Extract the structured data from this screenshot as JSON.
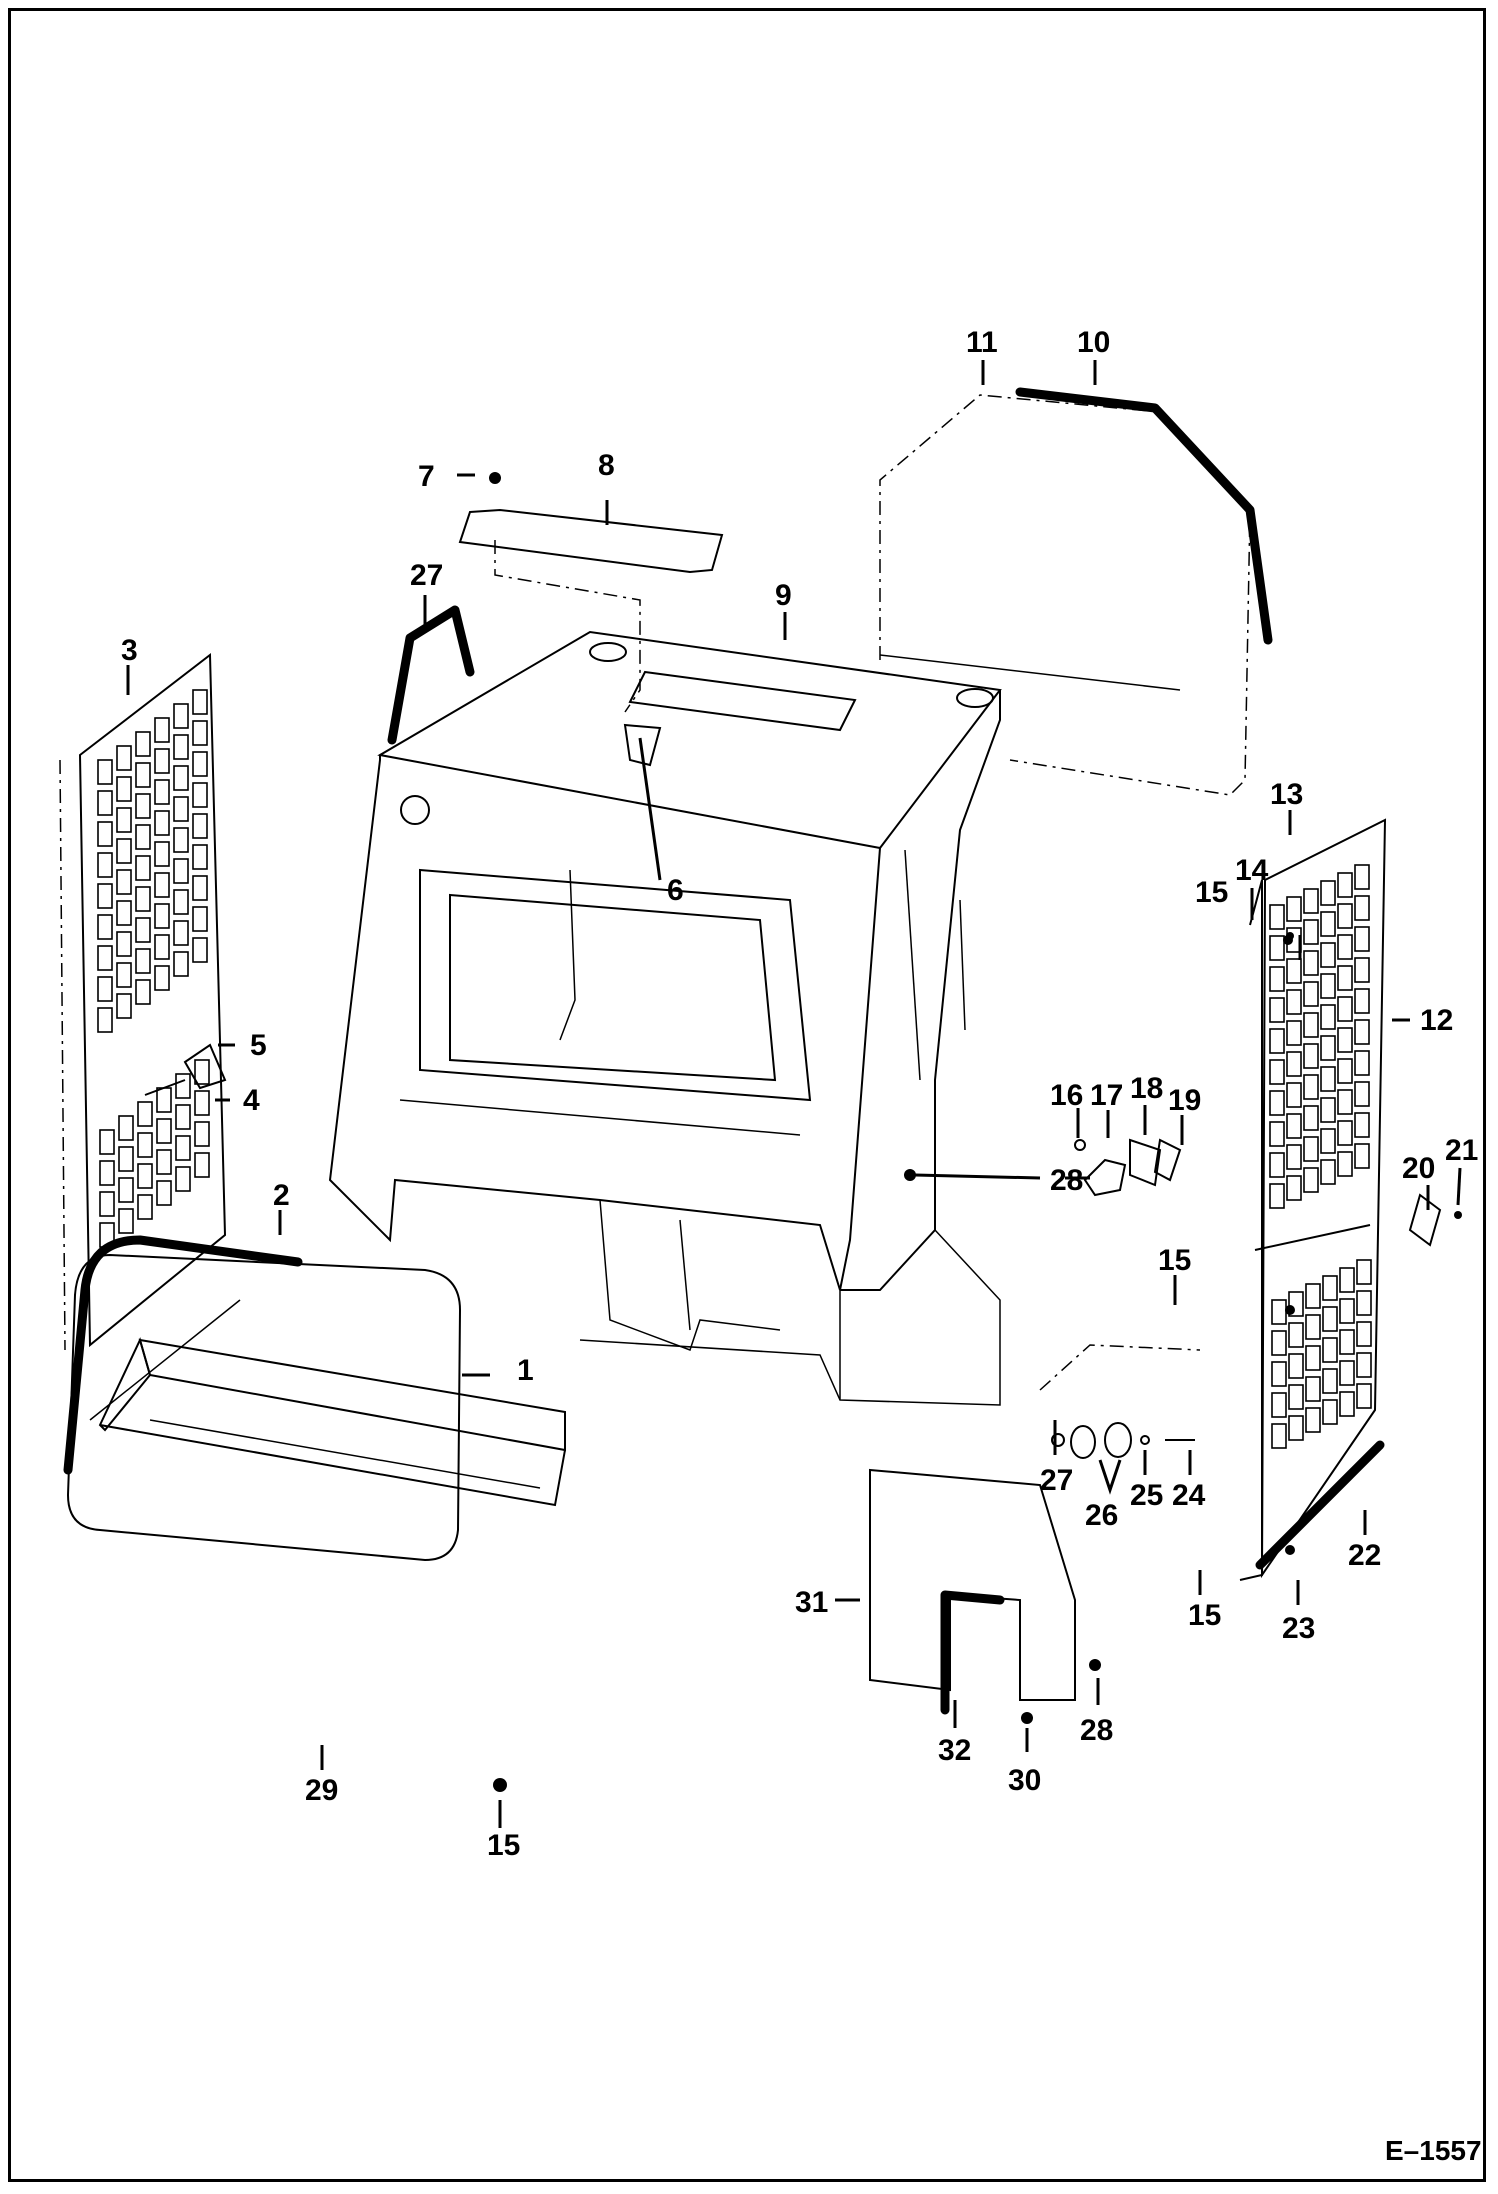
{
  "figure_number": "E–1557",
  "callouts": [
    {
      "id": "c1",
      "text": "1"
    },
    {
      "id": "c2",
      "text": "2"
    },
    {
      "id": "c3",
      "text": "3"
    },
    {
      "id": "c4",
      "text": "4"
    },
    {
      "id": "c5",
      "text": "5"
    },
    {
      "id": "c6",
      "text": "6"
    },
    {
      "id": "c7",
      "text": "7"
    },
    {
      "id": "c8",
      "text": "8"
    },
    {
      "id": "c9",
      "text": "9"
    },
    {
      "id": "c10",
      "text": "10"
    },
    {
      "id": "c11",
      "text": "11"
    },
    {
      "id": "c12",
      "text": "12"
    },
    {
      "id": "c13",
      "text": "13"
    },
    {
      "id": "c14",
      "text": "14"
    },
    {
      "id": "c15a",
      "text": "15"
    },
    {
      "id": "c15b",
      "text": "15"
    },
    {
      "id": "c15c",
      "text": "15"
    },
    {
      "id": "c15d",
      "text": "15"
    },
    {
      "id": "c16",
      "text": "16"
    },
    {
      "id": "c17",
      "text": "17"
    },
    {
      "id": "c18",
      "text": "18"
    },
    {
      "id": "c19",
      "text": "19"
    },
    {
      "id": "c20",
      "text": "20"
    },
    {
      "id": "c21",
      "text": "21"
    },
    {
      "id": "c22",
      "text": "22"
    },
    {
      "id": "c23",
      "text": "23"
    },
    {
      "id": "c24",
      "text": "24"
    },
    {
      "id": "c25",
      "text": "25"
    },
    {
      "id": "c26",
      "text": "26"
    },
    {
      "id": "c27a",
      "text": "27"
    },
    {
      "id": "c27b",
      "text": "27"
    },
    {
      "id": "c28a",
      "text": "28"
    },
    {
      "id": "c28b",
      "text": "28"
    },
    {
      "id": "c29",
      "text": "29"
    },
    {
      "id": "c30",
      "text": "30"
    },
    {
      "id": "c31",
      "text": "31"
    },
    {
      "id": "c32",
      "text": "32"
    }
  ]
}
